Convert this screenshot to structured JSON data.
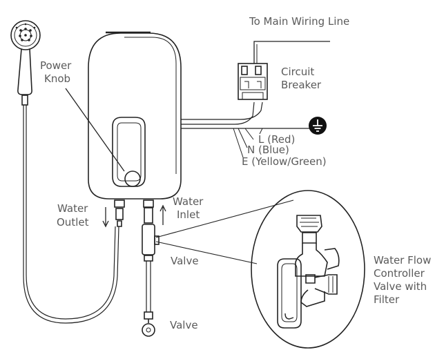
{
  "labels": {
    "wiring": "To Main Wiring Line",
    "breaker_1": "Circuit",
    "breaker_2": "Breaker",
    "power_1": "Power",
    "power_2": "Knob",
    "live": "L (Red)",
    "neutral": "N (Blue)",
    "earth": "E (Yellow/Green)",
    "outlet_1": "Water",
    "outlet_2": "Outlet",
    "inlet_1": "Water",
    "inlet_2": "Inlet",
    "valve_upper": "Valve",
    "valve_lower": "Valve",
    "controller_1": "Water Flow",
    "controller_2": "Controller",
    "controller_3": "Valve with",
    "controller_4": "Filter"
  },
  "icons": {
    "heater": "water-heater-unit-icon",
    "shower": "shower-head-icon",
    "breaker": "circuit-breaker-icon",
    "ground": "ground-symbol-icon",
    "valve": "valve-icon",
    "controller": "flow-controller-valve-icon"
  },
  "colors": {
    "line": "#222222",
    "text": "#5a5a5a",
    "ground": "#111111"
  }
}
